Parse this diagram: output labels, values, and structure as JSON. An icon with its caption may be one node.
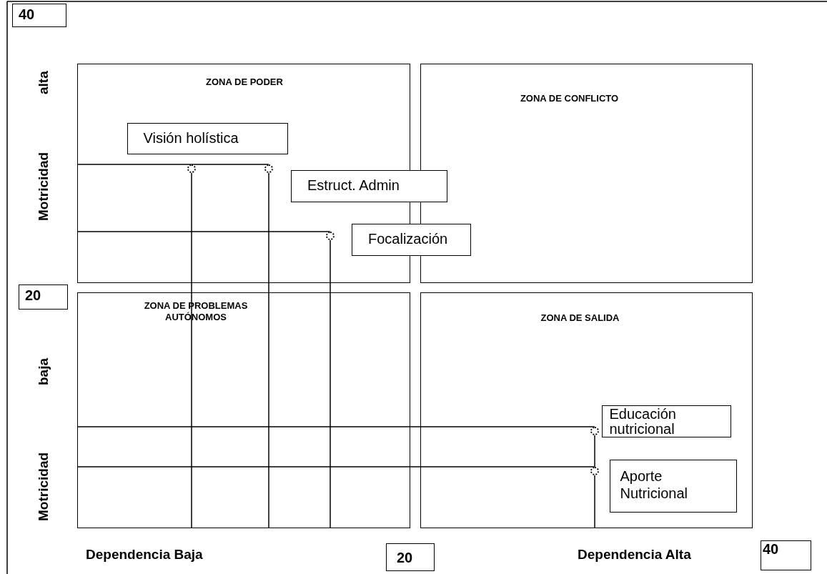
{
  "diagram": {
    "nodes": [
      {
        "text": [
          "40"
        ]
      },
      {
        "text": [
          "ZONA DE PODER"
        ]
      },
      {
        "text": [
          "ZONA DE CONFLICTO"
        ]
      },
      {
        "text": [
          "Visión holística"
        ],
        "in": 1
      },
      {
        "text": [
          "Estruct. Admin"
        ]
      },
      {
        "text": [
          "Focalización"
        ]
      },
      {
        "text": [
          "20"
        ]
      },
      {
        "text": [
          "ZONA DE PROBLEMAS AUTÓNOMOS"
        ]
      },
      {
        "text": [
          "ZONA DE SALIDA"
        ]
      },
      {
        "text": [
          "Educación nutricional"
        ],
        "in": 8
      },
      {
        "text": [
          "Aporte Nutricional"
        ],
        "in": 8
      },
      {
        "text": [
          "20"
        ]
      },
      {
        "text": [
          "40"
        ]
      },
      {
        "text": [],
        "shape": "circle",
        "in": 1
      },
      {
        "text": [],
        "shape": "circle",
        "in": 1
      },
      {
        "text": [],
        "shape": "circle",
        "in": 1
      },
      {
        "text": [],
        "shape": "circle",
        "in": 8
      },
      {
        "text": [],
        "shape": "circle",
        "in": 8
      }
    ],
    "edges": [
      {
        "from": 1,
        "to": 14,
        "arrow": "none"
      },
      {
        "from": 13,
        "to": 7,
        "arrow": "none"
      },
      {
        "from": 14,
        "to": 7,
        "arrow": "none"
      },
      {
        "from": 1,
        "to": 15,
        "arrow": "none"
      },
      {
        "from": 15,
        "to": 7,
        "arrow": "none"
      },
      {
        "from": 7,
        "to": 16,
        "arrow": "none"
      },
      {
        "from": 7,
        "to": 17,
        "arrow": "none"
      },
      {
        "from": 16,
        "to": 17,
        "arrow": "none"
      },
      {
        "from": 17,
        "to": 8,
        "arrow": "none"
      }
    ],
    "labels": [
      "alta",
      "Motricidad",
      "baja",
      "Motricidad",
      "Dependencia Baja",
      "Dependencia Alta"
    ]
  }
}
